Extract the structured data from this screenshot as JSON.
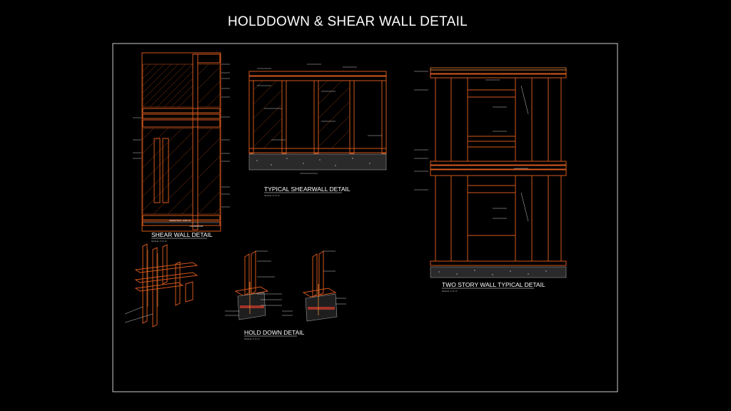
{
  "title": "HOLDDOWN & SHEAR WALL DETAIL",
  "colors": {
    "wood": "#d4571c",
    "wood_light": "#e08a3a",
    "line": "#ffffff",
    "leader": "#ffffff",
    "concrete": "#9a9a9a",
    "rebar": "#c0392b",
    "frame": "#cccccc"
  },
  "details": {
    "shear_wall": {
      "caption": "SHEAR WALL DETAIL",
      "scale": "SCALE: 1\"=1'-0\"",
      "dim_text": "SHEAR WALL LENGTH",
      "dim_text2": "FOUNDATION"
    },
    "typical_shearwall": {
      "caption": "TYPICAL SHEARWALL DETAIL",
      "scale": "SCALE: 1\"=1'-0\""
    },
    "two_story": {
      "caption": "TWO STORY WALL TYPICAL DETAIL",
      "scale": "SCALE: 1\"=1'-0\""
    },
    "hold_down": {
      "caption": "HOLD DOWN DETAIL",
      "scale": "SCALE: 1\"=1'-0\""
    }
  }
}
